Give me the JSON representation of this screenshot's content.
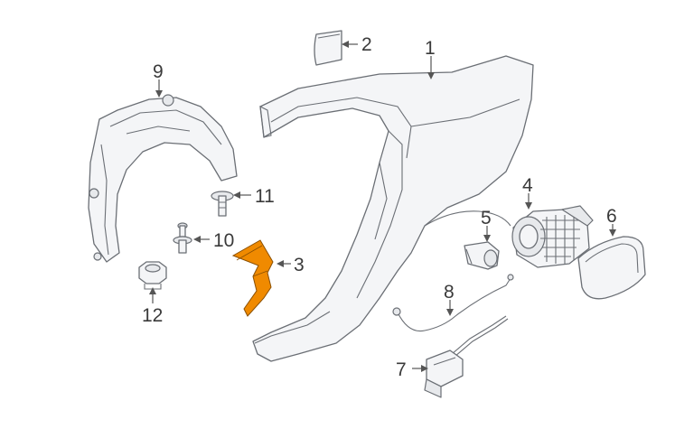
{
  "callouts": {
    "c1": "1",
    "c2": "2",
    "c3": "3",
    "c4": "4",
    "c5": "5",
    "c6": "6",
    "c7": "7",
    "c8": "8",
    "c9": "9",
    "c10": "10",
    "c11": "11",
    "c12": "12"
  },
  "colors": {
    "highlight_part": "#f08a00",
    "line": "#6b6f75",
    "background": "#ffffff"
  }
}
